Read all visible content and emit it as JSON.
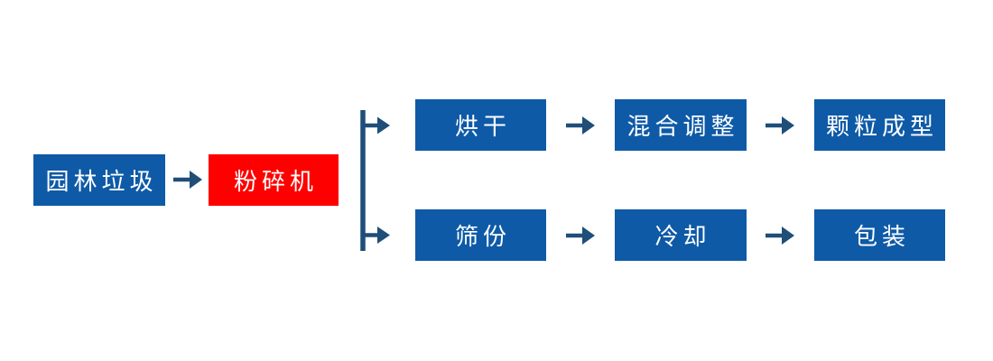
{
  "page": {
    "background": "#ffffff",
    "description": "Garden waste pellet production process flowchart"
  },
  "colors": {
    "step_box_blue": "#0e5aa7",
    "crusher_box_red": "#fe0000",
    "arrow_dark_blue": "#1f4e79",
    "box_text": "#ffffff"
  },
  "flowchart": {
    "source": {
      "label": "园林垃圾"
    },
    "crusher": {
      "label": "粉碎机"
    },
    "top_branch": {
      "steps": [
        {
          "label": "烘干"
        },
        {
          "label": "混合调整"
        },
        {
          "label": "颗粒成型"
        }
      ]
    },
    "bottom_branch": {
      "steps": [
        {
          "label": "筛份"
        },
        {
          "label": "冷却"
        },
        {
          "label": "包装"
        }
      ]
    }
  }
}
